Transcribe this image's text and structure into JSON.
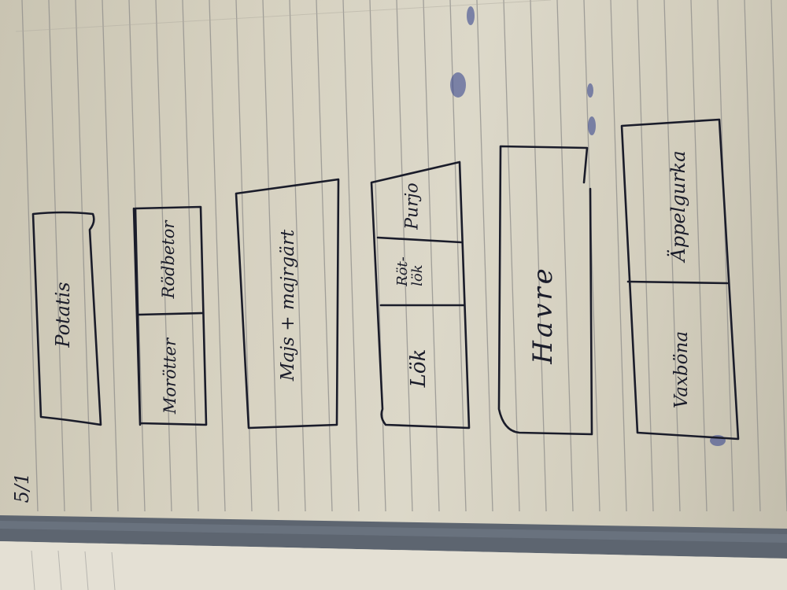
{
  "page_date": "5/1",
  "boxes": [
    {
      "label": "Potatis"
    },
    {
      "labels": [
        "Morötter",
        "Rödbetor"
      ]
    },
    {
      "label": "Majs + majrgärt"
    },
    {
      "labels": [
        "Lök",
        "Röt-\nlök",
        "Purjo"
      ]
    },
    {
      "label": "Havre"
    },
    {
      "labels": [
        "Vaxböna",
        "Äppelgurka"
      ]
    }
  ],
  "colors": {
    "paper": "#d8d3c3",
    "rule_line": "#8a8a8c",
    "ink": "#1a1c2a",
    "ribbon": "#5d6570",
    "ink_blot": "#2c3b8a"
  }
}
